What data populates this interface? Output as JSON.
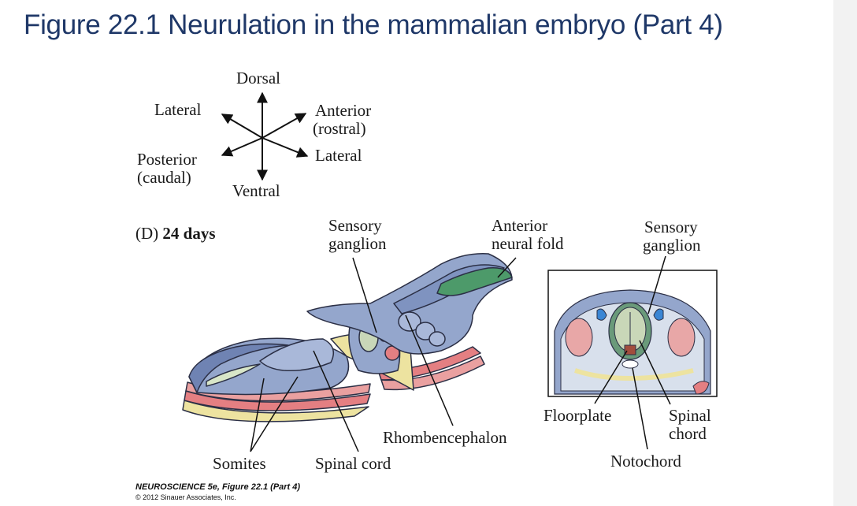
{
  "title": "Figure 22.1  Neurulation in the mammalian embryo (Part 4)",
  "axes": {
    "dorsal": "Dorsal",
    "ventral": "Ventral",
    "lateral_left": "Lateral",
    "lateral_right": "Lateral",
    "anterior": "Anterior",
    "anterior_sub": "(rostral)",
    "posterior": "Posterior",
    "posterior_sub": "(caudal)"
  },
  "panel": {
    "letter": "(D)",
    "age": "24 days"
  },
  "labels": {
    "sensory_ganglion_main": [
      "Sensory",
      "ganglion"
    ],
    "anterior_neural_fold": [
      "Anterior",
      "neural fold"
    ],
    "sensory_ganglion_inset": [
      "Sensory",
      "ganglion"
    ],
    "somites": "Somites",
    "spinal_cord": "Spinal cord",
    "rhombencephalon": "Rhombencephalon",
    "floorplate": "Floorplate",
    "spinal_chord": [
      "Spinal",
      "chord"
    ],
    "notochord": "Notochord"
  },
  "credit": {
    "line1": "NEUROSCIENCE 5e, Figure 22.1 (Part 4)",
    "line2": "© 2012 Sinauer Associates, Inc."
  },
  "colors": {
    "title": "#1f3868",
    "neural_tube": "#94a6cc",
    "somite": "#e47f82",
    "mesoderm": "#ede3a0",
    "ganglion": "#3a86d4",
    "neural_fold": "#4d9a6a"
  }
}
